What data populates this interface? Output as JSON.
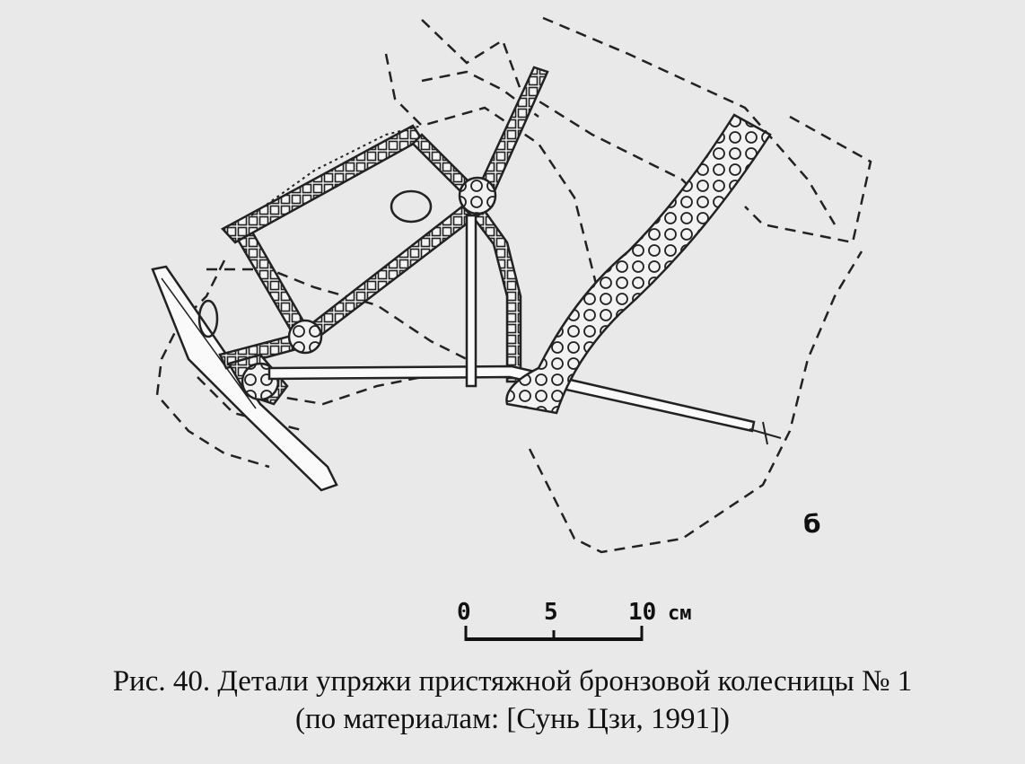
{
  "figure": {
    "panel_label": "б",
    "scale_bar": {
      "ticks": [
        "0",
        "5",
        "10"
      ],
      "unit": "см"
    }
  },
  "caption": {
    "line1": "Рис. 40. Детали упряжи пристяжной бронзовой колесницы № 1",
    "line2": "(по материалам: [Сунь Цзи, 1991])"
  }
}
